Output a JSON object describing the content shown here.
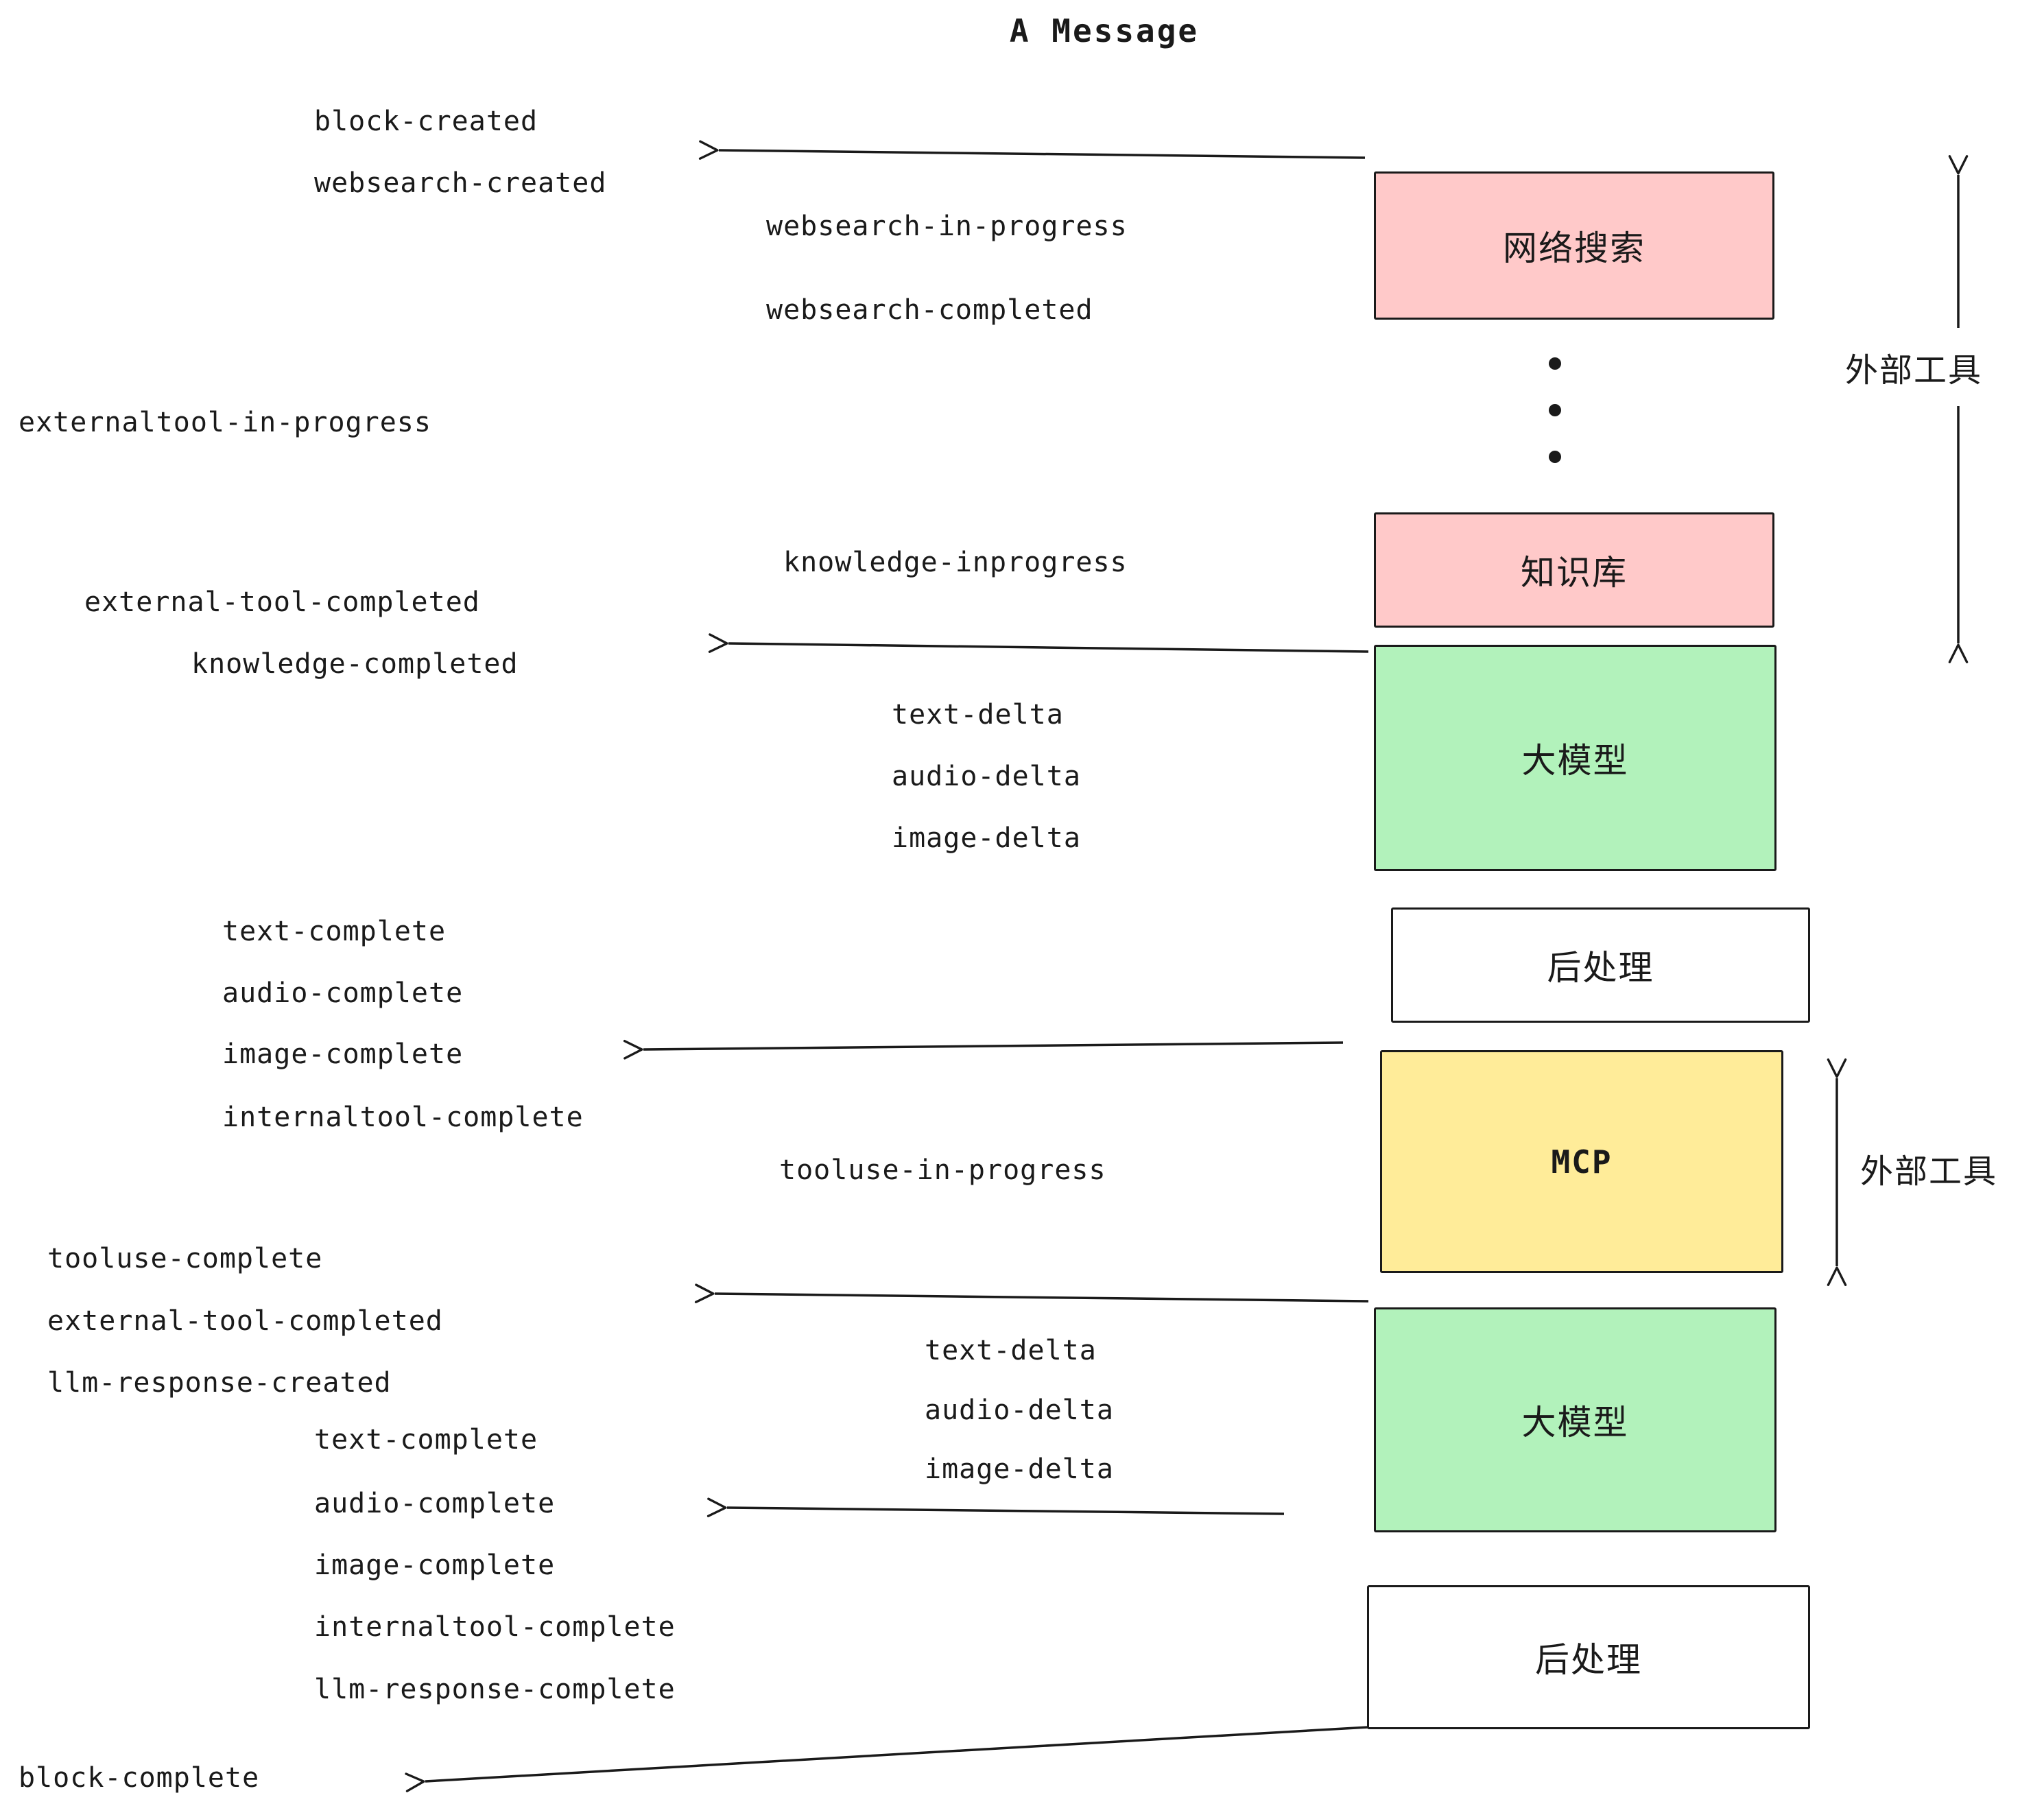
{
  "title": "A Message",
  "boxes": [
    {
      "id": "websearch",
      "label": "网络搜索",
      "color": "#ffc9c9"
    },
    {
      "id": "knowledge",
      "label": "知识库",
      "color": "#ffc9c9"
    },
    {
      "id": "llm-1",
      "label": "大模型",
      "color": "#b2f2bb"
    },
    {
      "id": "post-1",
      "label": "后处理",
      "color": "#ffffff"
    },
    {
      "id": "mcp",
      "label": "MCP",
      "color": "#ffec99"
    },
    {
      "id": "llm-2",
      "label": "大模型",
      "color": "#b2f2bb"
    },
    {
      "id": "post-2",
      "label": "后处理",
      "color": "#ffffff"
    }
  ],
  "side_labels": {
    "external_tools_top": "外部工具",
    "external_tools_mcp": "外部工具"
  },
  "events": {
    "websearch_created": [
      "block-created",
      "websearch-created"
    ],
    "websearch_progress": [
      "websearch-in-progress",
      "websearch-completed"
    ],
    "externaltool_in_progress": "externaltool-in-progress",
    "knowledge_in_progress": "knowledge-inprogress",
    "knowledge_completed": [
      "external-tool-completed",
      "knowledge-completed"
    ],
    "llm1_deltas": [
      "text-delta",
      "audio-delta",
      "image-delta"
    ],
    "post1_completes": [
      "text-complete",
      "audio-complete",
      "image-complete",
      "internaltool-complete"
    ],
    "tooluse_in_progress": "tooluse-in-progress",
    "mcp_completes": [
      "tooluse-complete",
      "external-tool-completed",
      "llm-response-created"
    ],
    "llm2_deltas": [
      "text-delta",
      "audio-delta",
      "image-delta"
    ],
    "llm2_completes": [
      "text-complete",
      "audio-complete",
      "image-complete",
      "internaltool-complete",
      "llm-response-complete"
    ],
    "block_complete": "block-complete"
  },
  "colors": {
    "stroke": "#1a1a1a",
    "pink": "#ffc9c9",
    "green": "#b2f2bb",
    "yellow": "#ffec99",
    "white": "#ffffff"
  }
}
